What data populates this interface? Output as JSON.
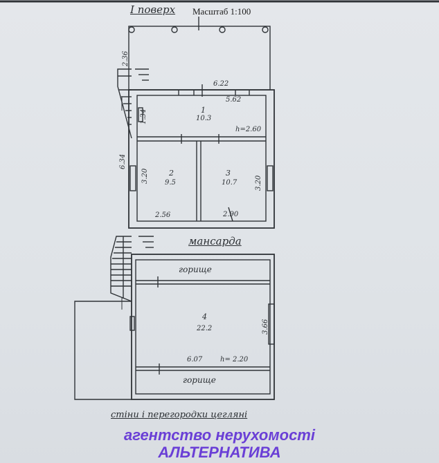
{
  "header": {
    "scale": "Масштаб 1:100",
    "floor1_title": "I поверх"
  },
  "floor1": {
    "dims": {
      "stair_height": "2.36",
      "width_outer": "6.22",
      "width_inner": "5.62",
      "room1_depth": "1.34",
      "total_depth": "6.34",
      "room2_depth": "3.20",
      "room3_depth": "3.20",
      "room2_width": "2.56",
      "room3_width": "2.90"
    },
    "rooms": [
      {
        "num": "1",
        "area": "10.3"
      },
      {
        "num": "2",
        "area": "9.5"
      },
      {
        "num": "3",
        "area": "10.7"
      }
    ],
    "ceiling": "h=2.60"
  },
  "attic": {
    "title": "мансарда",
    "top_label": "горище",
    "bottom_label": "горище",
    "room": {
      "num": "4",
      "area": "22.2"
    },
    "depth": "3.66",
    "width": "6.07",
    "ceiling": "h= 2.20"
  },
  "footer": {
    "note": "стіни і перегородки цегляні",
    "agency_line1": "агентство нерухомості",
    "agency_line2": "АЛЬТЕРНАТИВА"
  },
  "colors": {
    "ink": "#2b2f33",
    "agency": "#6a3fd6"
  }
}
